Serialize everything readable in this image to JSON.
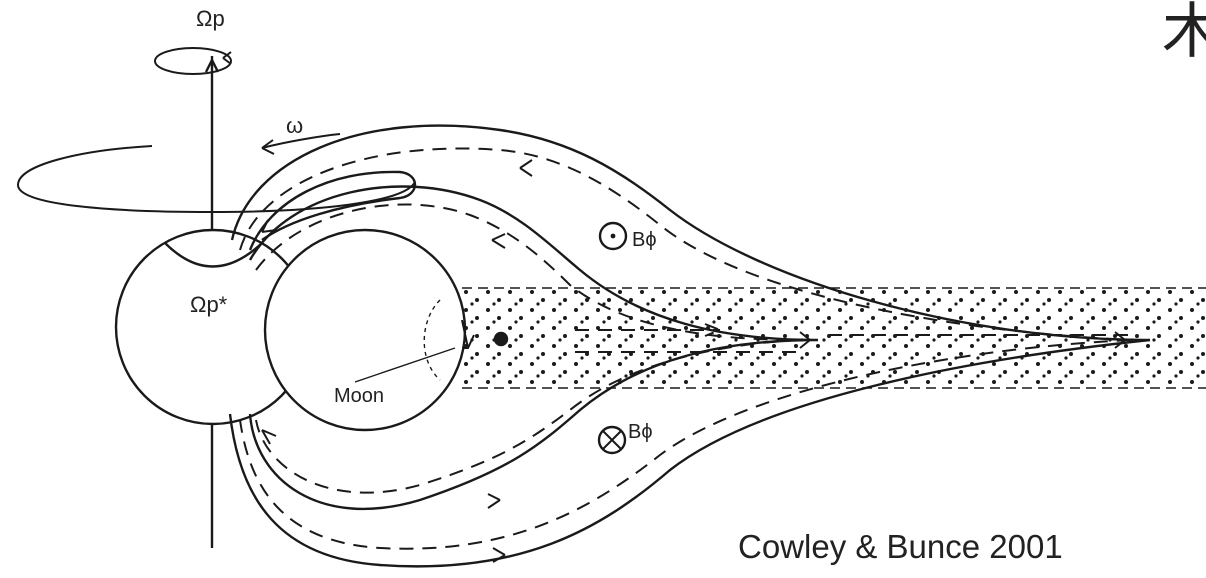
{
  "slide": {
    "title_fragment": "木",
    "citation": "Cowley & Bunce 2001"
  },
  "diagram": {
    "labels": {
      "omega_p_top": "Ωp",
      "omega_p_star": "Ωp*",
      "omega": "ω",
      "b_phi_out": "Bϕ",
      "b_phi_in": "Bϕ",
      "moon": "Moon"
    },
    "colors": {
      "ink": "#1a1a1a",
      "background": "#ffffff"
    }
  }
}
